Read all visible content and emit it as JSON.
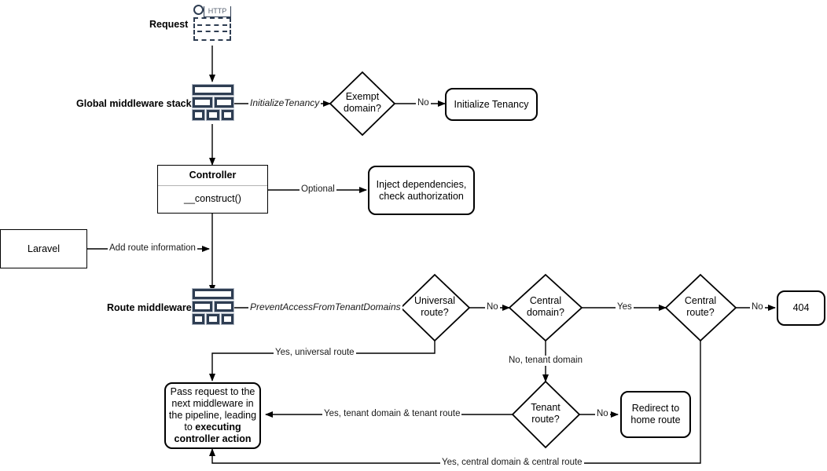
{
  "diagram": {
    "title": "Laravel tenancy request lifecycle flowchart",
    "colors": {
      "stroke": "#000000",
      "icon_navy": "#2e3d52",
      "icon_border": "#aeb6c2",
      "background": "#ffffff"
    },
    "row_labels": {
      "request": "Request",
      "global_middleware": "Global middleware stack",
      "route_middleware": "Route middleware"
    },
    "icons": {
      "http": "http-request-icon",
      "http_text": "HTTP",
      "stack": "middleware-stack-icon"
    },
    "nodes": {
      "controller_title": "Controller",
      "controller_member": "__construct()",
      "laravel": "Laravel",
      "exempt_domain": "Exempt domain?",
      "exempt_domain_line1": "Exempt",
      "exempt_domain_line2": "domain?",
      "initialize_tenancy": "Initialize Tenancy",
      "inject_dependencies_line1": "Inject dependencies,",
      "inject_dependencies_line2": "check authorization",
      "universal_route_line1": "Universal",
      "universal_route_line2": "route?",
      "central_domain_line1": "Central",
      "central_domain_line2": "domain?",
      "central_route_line1": "Central",
      "central_route_line2": "route?",
      "tenant_route_line1": "Tenant",
      "tenant_route_line2": "route?",
      "not_found": "404",
      "redirect_home_line1": "Redirect to",
      "redirect_home_line2": "home route",
      "pass_request_line1": "Pass request to the",
      "pass_request_line2": "next middleware in",
      "pass_request_line3": "the pipeline, leading",
      "pass_request_line4": "to ",
      "pass_request_bold1": "executing",
      "pass_request_bold2": "controller action"
    },
    "edge_labels": {
      "initialize_tenancy_mw": "InitializeTenancy",
      "exempt_no": "No",
      "optional": "Optional",
      "add_route_information": "Add route information",
      "prevent_access": "PreventAccessFromTenantDomains",
      "universal_no": "No",
      "central_domain_yes": "Yes",
      "central_route_no": "No",
      "tenant_route_no": "No",
      "yes_universal_route": "Yes, universal route",
      "no_tenant_domain": "No, tenant domain",
      "yes_tenant_domain_tenant_route": "Yes, tenant domain & tenant route",
      "yes_central_domain_central_route": "Yes, central domain & central route"
    }
  }
}
